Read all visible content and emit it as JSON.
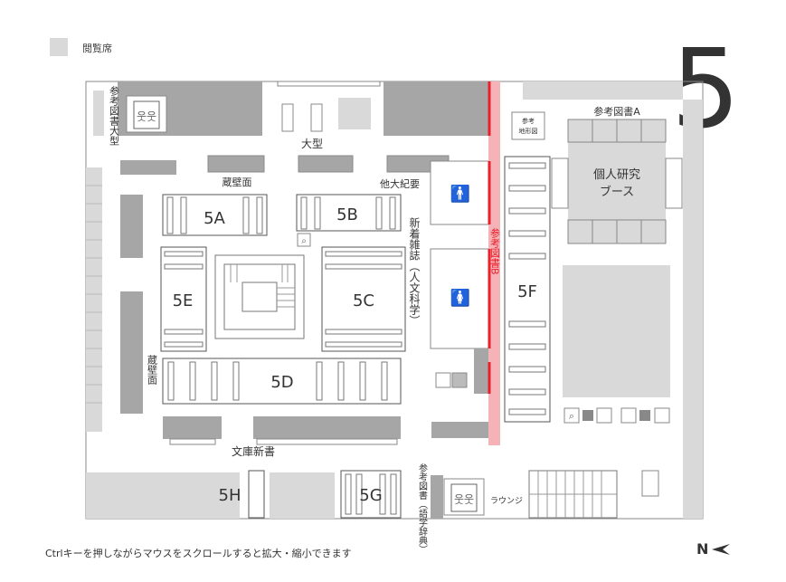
{
  "legend": {
    "label": "閲覧席",
    "swatch_color": "#d9d9d9"
  },
  "floor_number": "5",
  "hint_text": "Ctrlキーを押しながらマウスをスクロールすると拡大・縮小できます",
  "compass": {
    "label": "N",
    "icon": "north-arrow-icon"
  },
  "zones": {
    "z5A": "5A",
    "z5B": "5B",
    "z5C": "5C",
    "z5D": "5D",
    "z5E": "5E",
    "z5F": "5F",
    "z5G": "5G",
    "z5H": "5H"
  },
  "labels": {
    "large": "大型",
    "reference_large_v": "参考図書大型",
    "bulk_surface": "蔵壁面",
    "others_bulletins": "他大紀要",
    "new_magazines_v": "新着雑誌（人文科学）",
    "reference_b_v": "参考図書B",
    "reference_a": "参考図書A",
    "reference_maps": "参考\n地形図",
    "booth": "個人研究\nブース",
    "bulk_surface_v": "蔵壁面",
    "bunko_new": "文庫新書",
    "reference_lang_v": "参考図書（語学辞典）",
    "lounge": "ラウンジ"
  },
  "colors": {
    "reading_seat": "#d9d9d9",
    "shelf_dark": "#a6a6a6",
    "reference_b_line": "#e8212b",
    "reference_b_band": "#f6b3b7",
    "outline": "#666666"
  }
}
